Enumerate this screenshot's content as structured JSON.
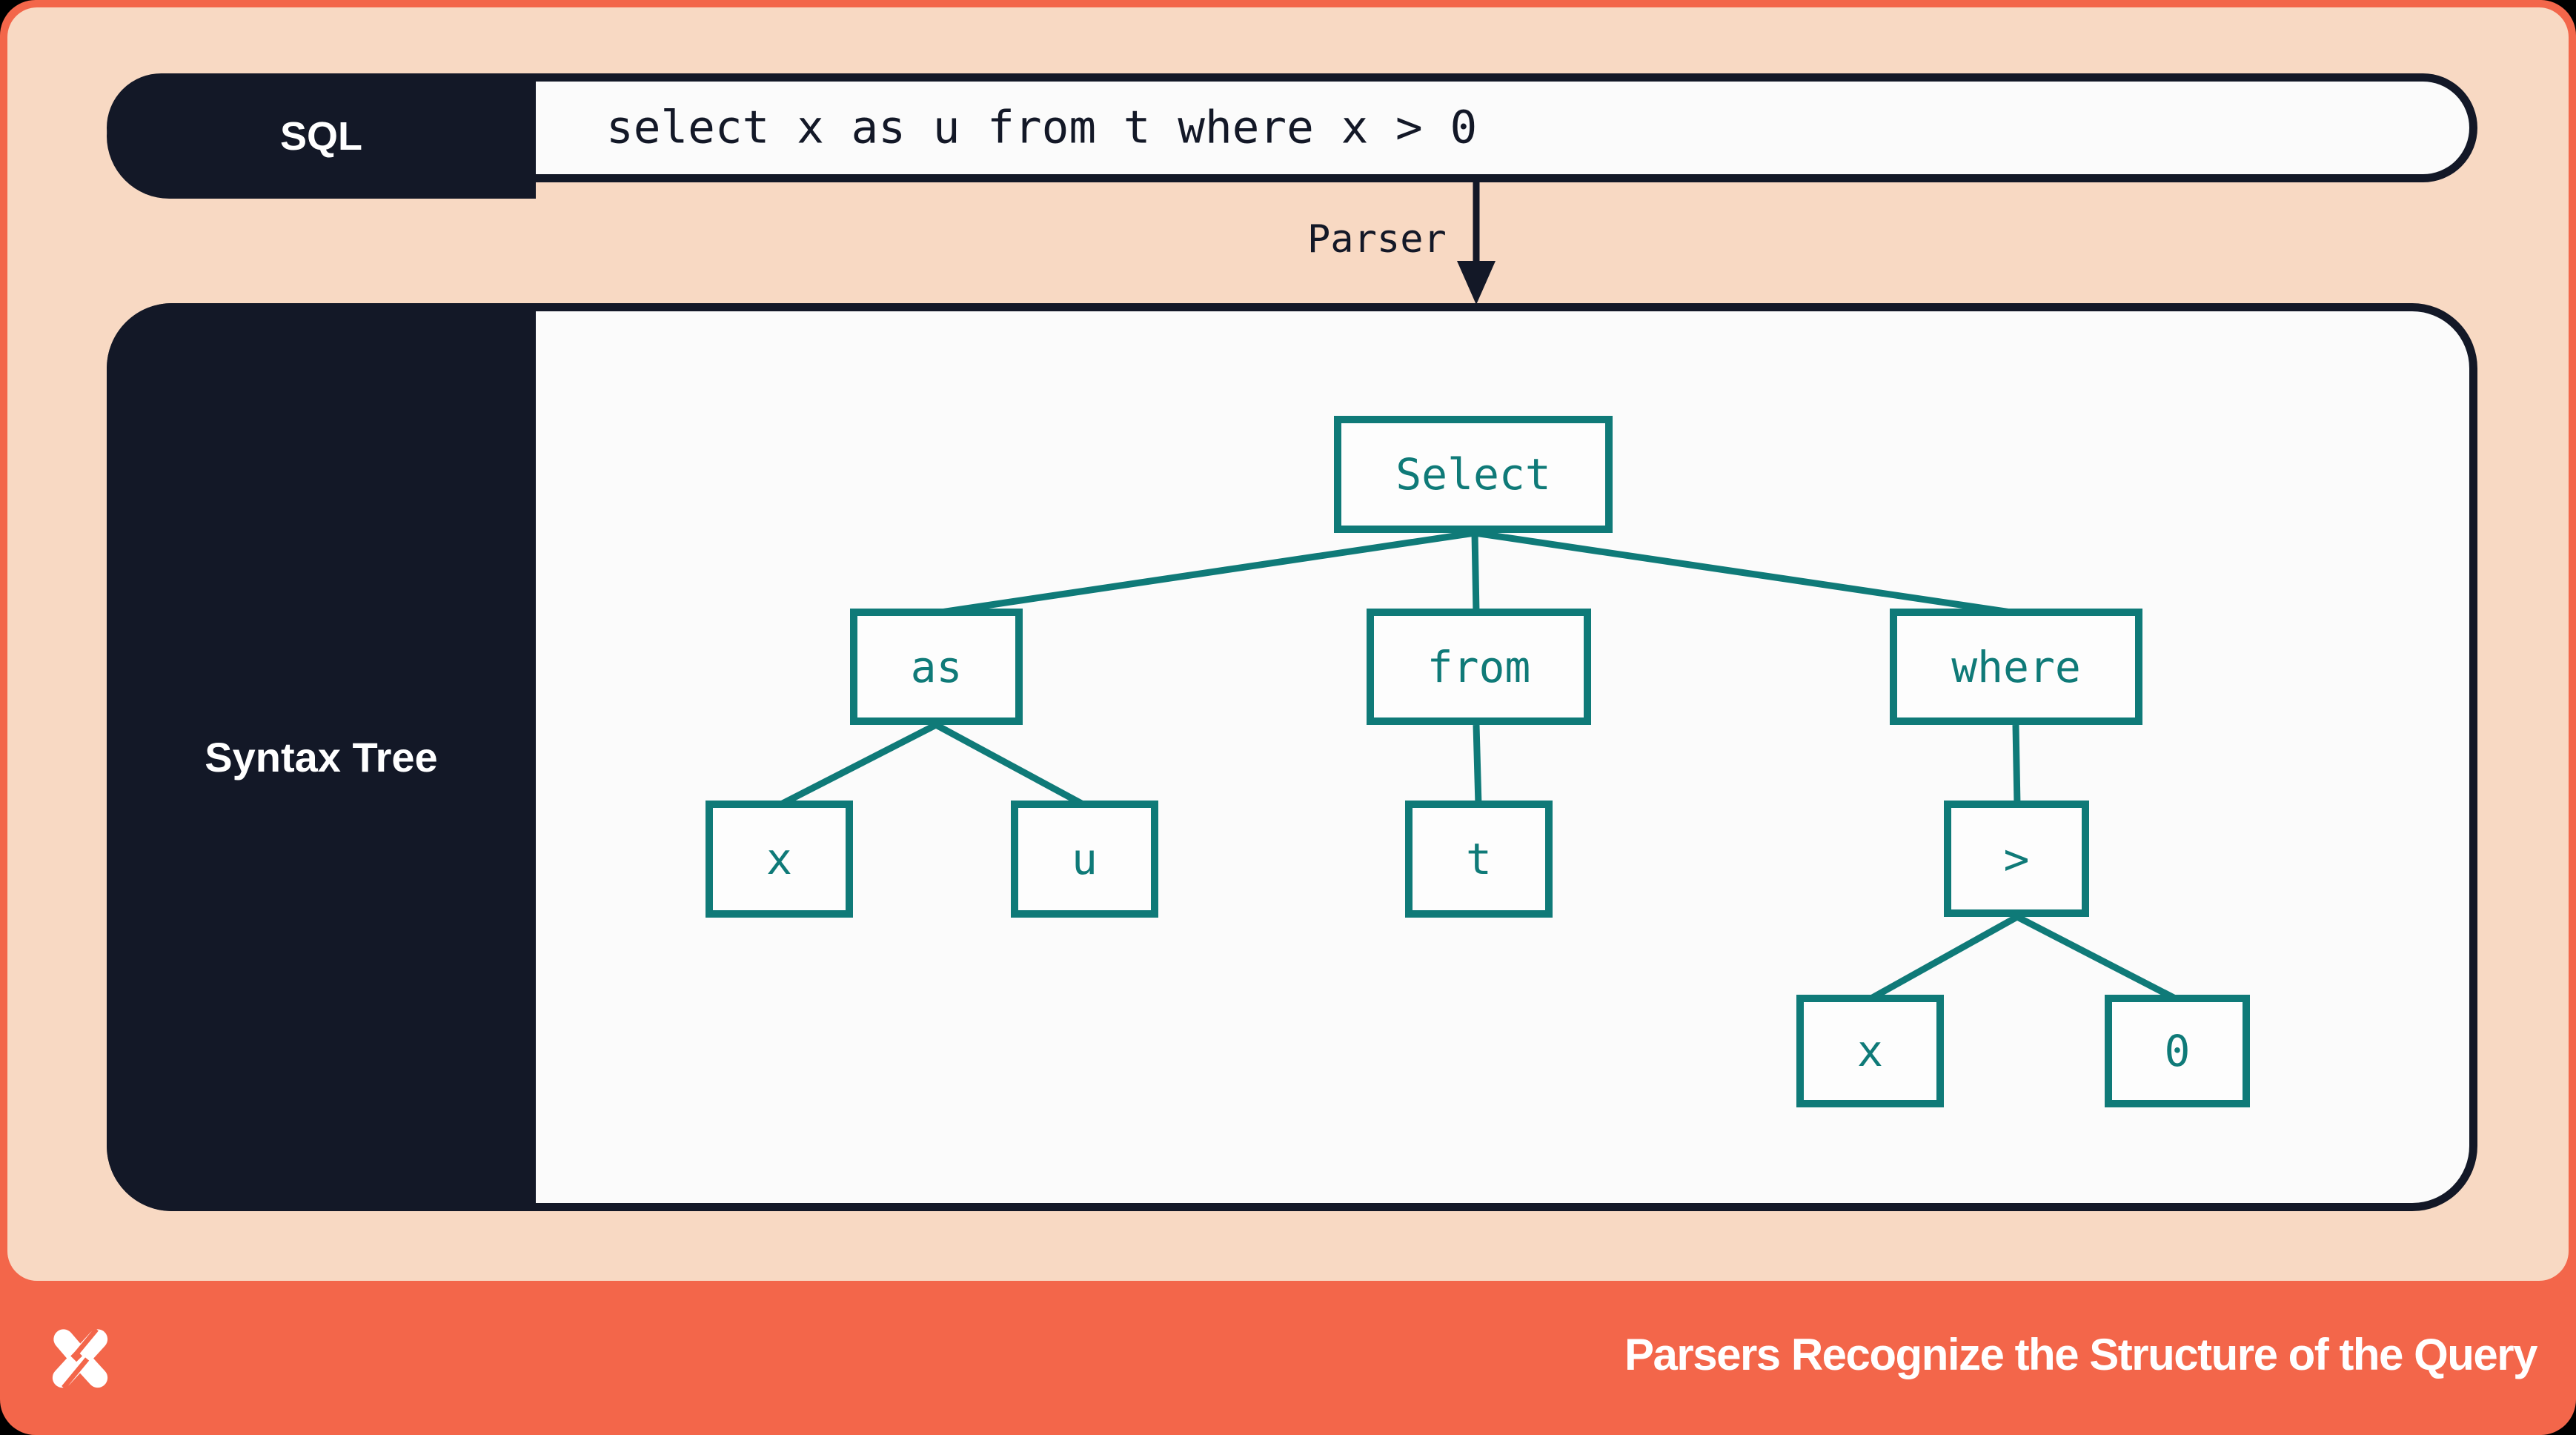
{
  "slide": {
    "sql_bar": {
      "label": "SQL",
      "query": "select x as u from t where x > 0"
    },
    "parser_arrow": {
      "label": "Parser"
    },
    "syntax_tree_panel": {
      "label": "Syntax Tree",
      "nodes": [
        {
          "id": "select",
          "label": "Select"
        },
        {
          "id": "as",
          "label": "as"
        },
        {
          "id": "from",
          "label": "from"
        },
        {
          "id": "where",
          "label": "where"
        },
        {
          "id": "x-column",
          "label": "x"
        },
        {
          "id": "u-alias",
          "label": "u"
        },
        {
          "id": "t-table",
          "label": "t"
        },
        {
          "id": "gt-operator",
          "label": ">"
        },
        {
          "id": "x-operand",
          "label": "x"
        },
        {
          "id": "zero-literal",
          "label": "0"
        }
      ],
      "edges": [
        [
          "Select",
          "as"
        ],
        [
          "Select",
          "from"
        ],
        [
          "Select",
          "where"
        ],
        [
          "as",
          "x"
        ],
        [
          "as",
          "u"
        ],
        [
          "from",
          "t"
        ],
        [
          "where",
          ">"
        ],
        [
          ">",
          "x"
        ],
        [
          ">",
          "0"
        ]
      ]
    },
    "footer": {
      "title": "Parsers Recognize the Structure of the Query",
      "logo": "dolt-star-logo"
    },
    "colors": {
      "coral": "#f3664a",
      "peach": "#f8d9c3",
      "navy": "#131827",
      "teal": "#0f7a78",
      "panel_white": "#fbfbfb",
      "outer_background": "#000000",
      "text_white": "#ffffff"
    }
  }
}
